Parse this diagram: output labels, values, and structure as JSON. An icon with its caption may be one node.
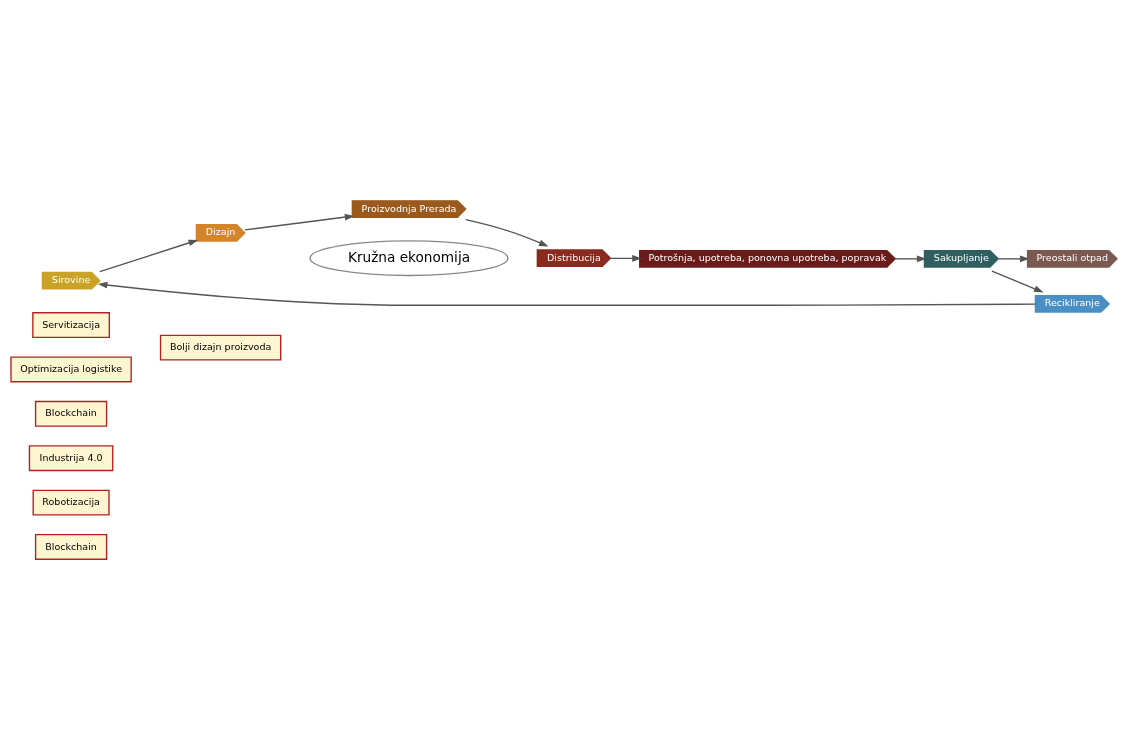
{
  "diagram": {
    "nodes": [
      {
        "text": [
          "Blockchain"
        ]
      },
      {
        "text": [
          "Bolji dizajn proizvoda"
        ]
      },
      {
        "text": [
          "Robotizacija"
        ]
      },
      {
        "text": [
          "Industrija 4.0"
        ]
      },
      {
        "text": [
          "Blockchain"
        ]
      },
      {
        "text": [
          "Optimizacija logistike"
        ]
      },
      {
        "text": [
          "Servitizacija"
        ]
      },
      {
        "text": [
          "Sirovine"
        ]
      },
      {
        "text": [
          "Dizajn"
        ]
      },
      {
        "text": [
          "Proizvodnja Prerada"
        ]
      },
      {
        "text": [
          "Distribucija"
        ]
      },
      {
        "text": [
          "Potrošnja, upotreba, ponovna upotreba, popravak"
        ]
      },
      {
        "text": [
          "Sakupljanje"
        ]
      },
      {
        "text": [
          "Recikliranje"
        ]
      },
      {
        "text": [
          "Preostali otpad"
        ]
      },
      {
        "text": [
          "Kružna ekonomija"
        ]
      }
    ],
    "edges": [
      {
        "from": 7,
        "to": 8,
        "arrow": "to"
      },
      {
        "from": 8,
        "to": 9,
        "arrow": "to"
      },
      {
        "from": 9,
        "to": 10,
        "arrow": "to"
      },
      {
        "from": 10,
        "to": 11,
        "arrow": "to"
      },
      {
        "from": 11,
        "to": 12,
        "arrow": "to"
      },
      {
        "from": 12,
        "to": 13,
        "arrow": "to"
      },
      {
        "from": 13,
        "to": 7,
        "arrow": "to"
      },
      {
        "from": 12,
        "to": 14,
        "arrow": "to"
      }
    ]
  }
}
